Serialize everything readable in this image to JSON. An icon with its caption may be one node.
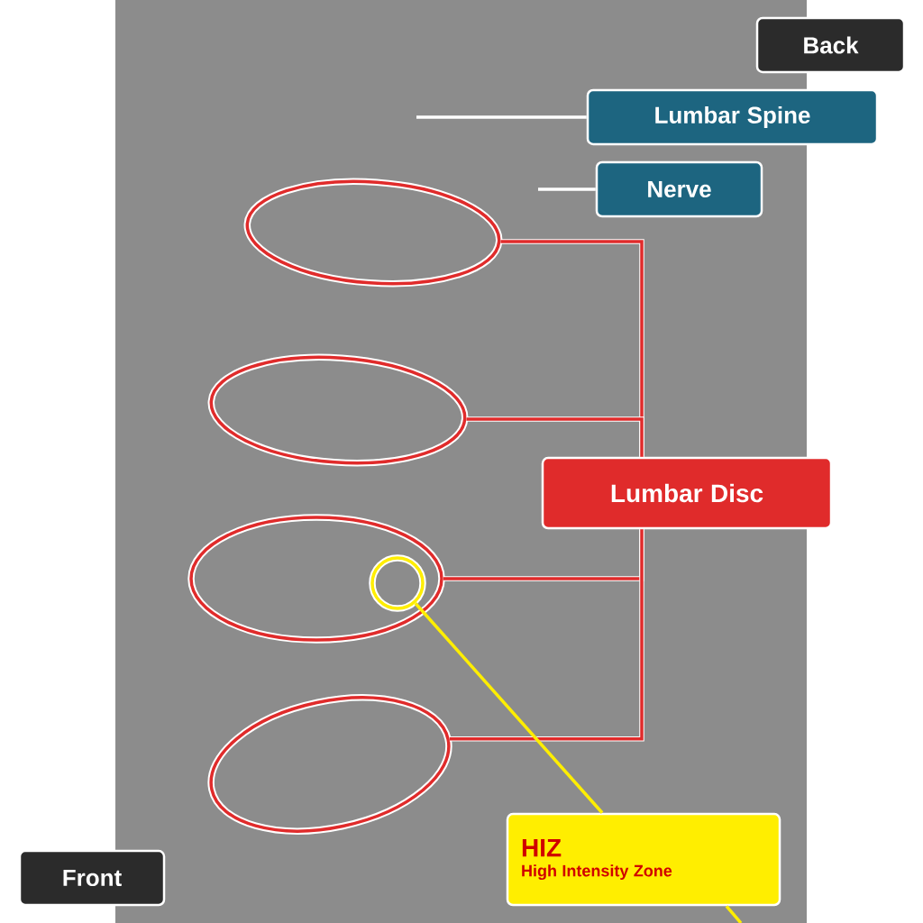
{
  "diagram": {
    "nodes": [
      {
        "text": [
          "Back"
        ]
      },
      {
        "text": [
          "Lumbar Spine"
        ]
      },
      {
        "text": [
          "Nerve"
        ]
      },
      {
        "text": [
          "Lumbar Disc"
        ]
      },
      {
        "text": [],
        "shape": "ellipse"
      },
      {
        "text": [],
        "shape": "ellipse"
      },
      {
        "text": [],
        "shape": "ellipse"
      },
      {
        "text": [],
        "shape": "ellipse"
      },
      {
        "text": [],
        "shape": "circle",
        "in": 6
      },
      {
        "text": [
          "HIZ",
          "High Intensity Zone"
        ]
      },
      {
        "text": [
          "Front"
        ]
      }
    ],
    "edges": [
      {
        "from": 1,
        "to": null,
        "arrow": "none",
        "color": "#ffffff"
      },
      {
        "from": 2,
        "to": null,
        "arrow": "none",
        "color": "#ffffff"
      },
      {
        "from": 3,
        "to": 4,
        "arrow": "none"
      },
      {
        "from": 3,
        "to": 5,
        "arrow": "none"
      },
      {
        "from": 3,
        "to": 6,
        "arrow": "none"
      },
      {
        "from": 3,
        "to": 7,
        "arrow": "none"
      },
      {
        "from": 8,
        "to": 9,
        "arrow": "none",
        "color": "#ffee00"
      },
      {
        "from": 9,
        "to": null,
        "arrow": "none",
        "color": "#ffee00"
      }
    ]
  }
}
